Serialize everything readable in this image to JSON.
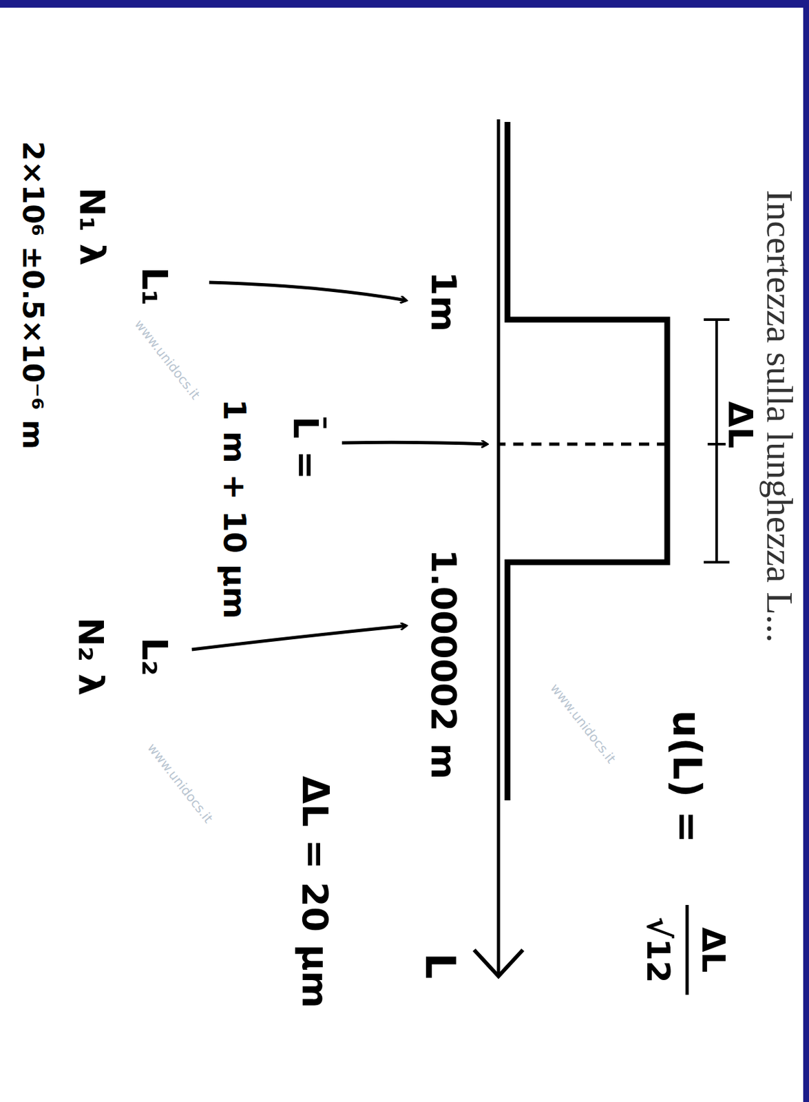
{
  "diagram": {
    "title": "Incertezza sulla lunghezza L...",
    "labels": [
      "ΔL",
      "u(L) =",
      "ΔL",
      "√12",
      "1m",
      "1.000002 m",
      "L",
      "L̄ =",
      "1 m + 10 μm",
      "ΔL = 20 μm",
      "L₁",
      "L₂",
      "N₁ λ",
      "N₂ λ",
      "2×10⁶ ±0.5×10⁻⁶ m",
      "www.unidocs.it",
      "www.unidocs.it",
      "www.unidocs.it"
    ]
  }
}
